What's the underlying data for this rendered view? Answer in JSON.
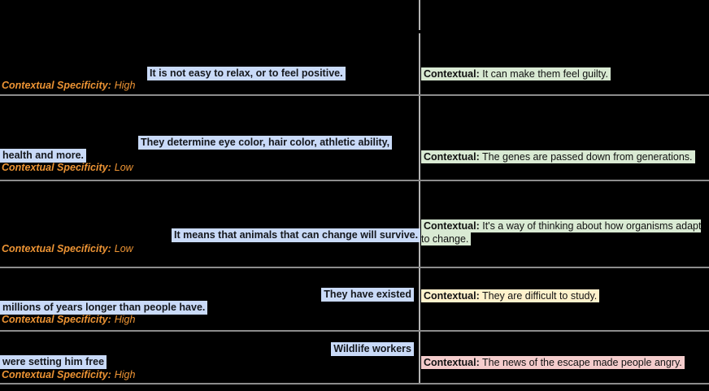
{
  "colors": {
    "background": "#000000",
    "highlight_blue": "#c9daf8",
    "highlight_green": "#d9ead3",
    "highlight_yellow": "#fff2cc",
    "highlight_red": "#f4cccc",
    "specificity_orange": "#ed9434",
    "grid_line": "#8c8c8c",
    "column_divider": "#b3b3b3"
  },
  "rows": [
    {
      "passage_highlights": [
        "It is not easy to relax, or to feel positive."
      ],
      "specificity": {
        "label": "Contextual Specificity:",
        "value": "High"
      },
      "answer": {
        "label": "Contextual:",
        "text": "It can make them feel guilty.",
        "color": "#d9ead3"
      }
    },
    {
      "passage_highlights": [
        "They determine eye color, hair color, athletic ability,",
        "health and more."
      ],
      "specificity": {
        "label": "Contextual Specificity:",
        "value": "Low"
      },
      "answer": {
        "label": "Contextual:",
        "text": "The genes are passed down from generations.",
        "color": "#d9ead3"
      }
    },
    {
      "passage_highlights": [
        "It means that animals that can change will survive."
      ],
      "specificity": {
        "label": "Contextual Specificity:",
        "value": "Low"
      },
      "answer": {
        "label": "Contextual:",
        "text": "It's a way of thinking about how organisms adapt to change.",
        "color": "#d9ead3"
      }
    },
    {
      "passage_highlights": [
        "They have existed",
        "millions of years longer than people have."
      ],
      "specificity": {
        "label": "Contextual Specificity:",
        "value": "High"
      },
      "answer": {
        "label": "Contextual:",
        "text": "They are difficult to study.",
        "color": "#fff2cc"
      }
    },
    {
      "passage_highlights": [
        "Wildlife workers",
        "were setting him free"
      ],
      "specificity": {
        "label": "Contextual Specificity:",
        "value": "High"
      },
      "answer": {
        "label": "Contextual:",
        "text": "The news of the escape made people angry.",
        "color": "#f4cccc"
      }
    }
  ]
}
